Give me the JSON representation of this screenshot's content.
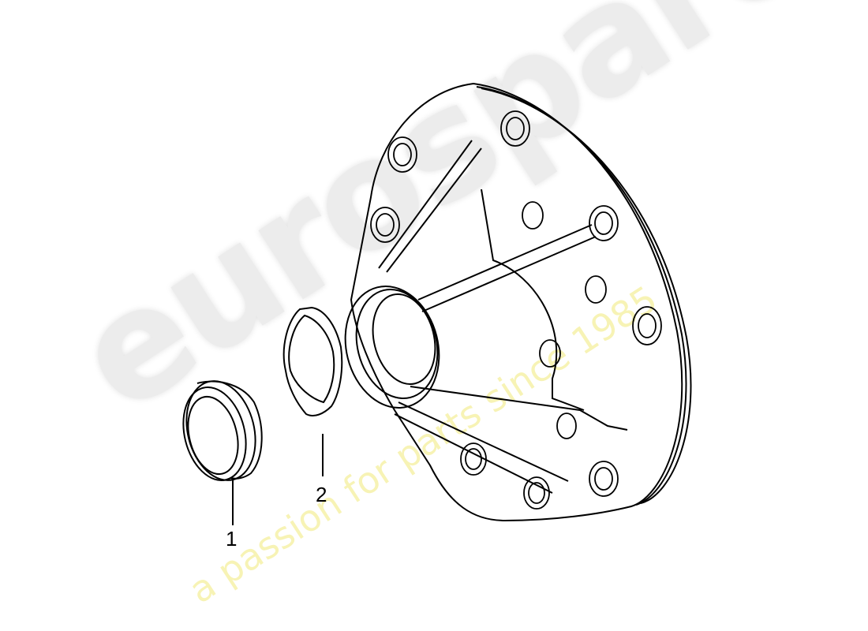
{
  "diagram": {
    "type": "exploded-parts-diagram",
    "parts": [
      {
        "id": "part-1",
        "label": "1",
        "description": "seal ring"
      },
      {
        "id": "part-2",
        "label": "2",
        "description": "sealing cap"
      },
      {
        "id": "housing",
        "label": "",
        "description": "flange housing (unlabeled)"
      }
    ]
  },
  "watermark": {
    "logo_text": "eurospares",
    "tagline": "a passion for parts since 1985",
    "logo_color": "#ececec",
    "tagline_color": "#f7f3b5"
  }
}
